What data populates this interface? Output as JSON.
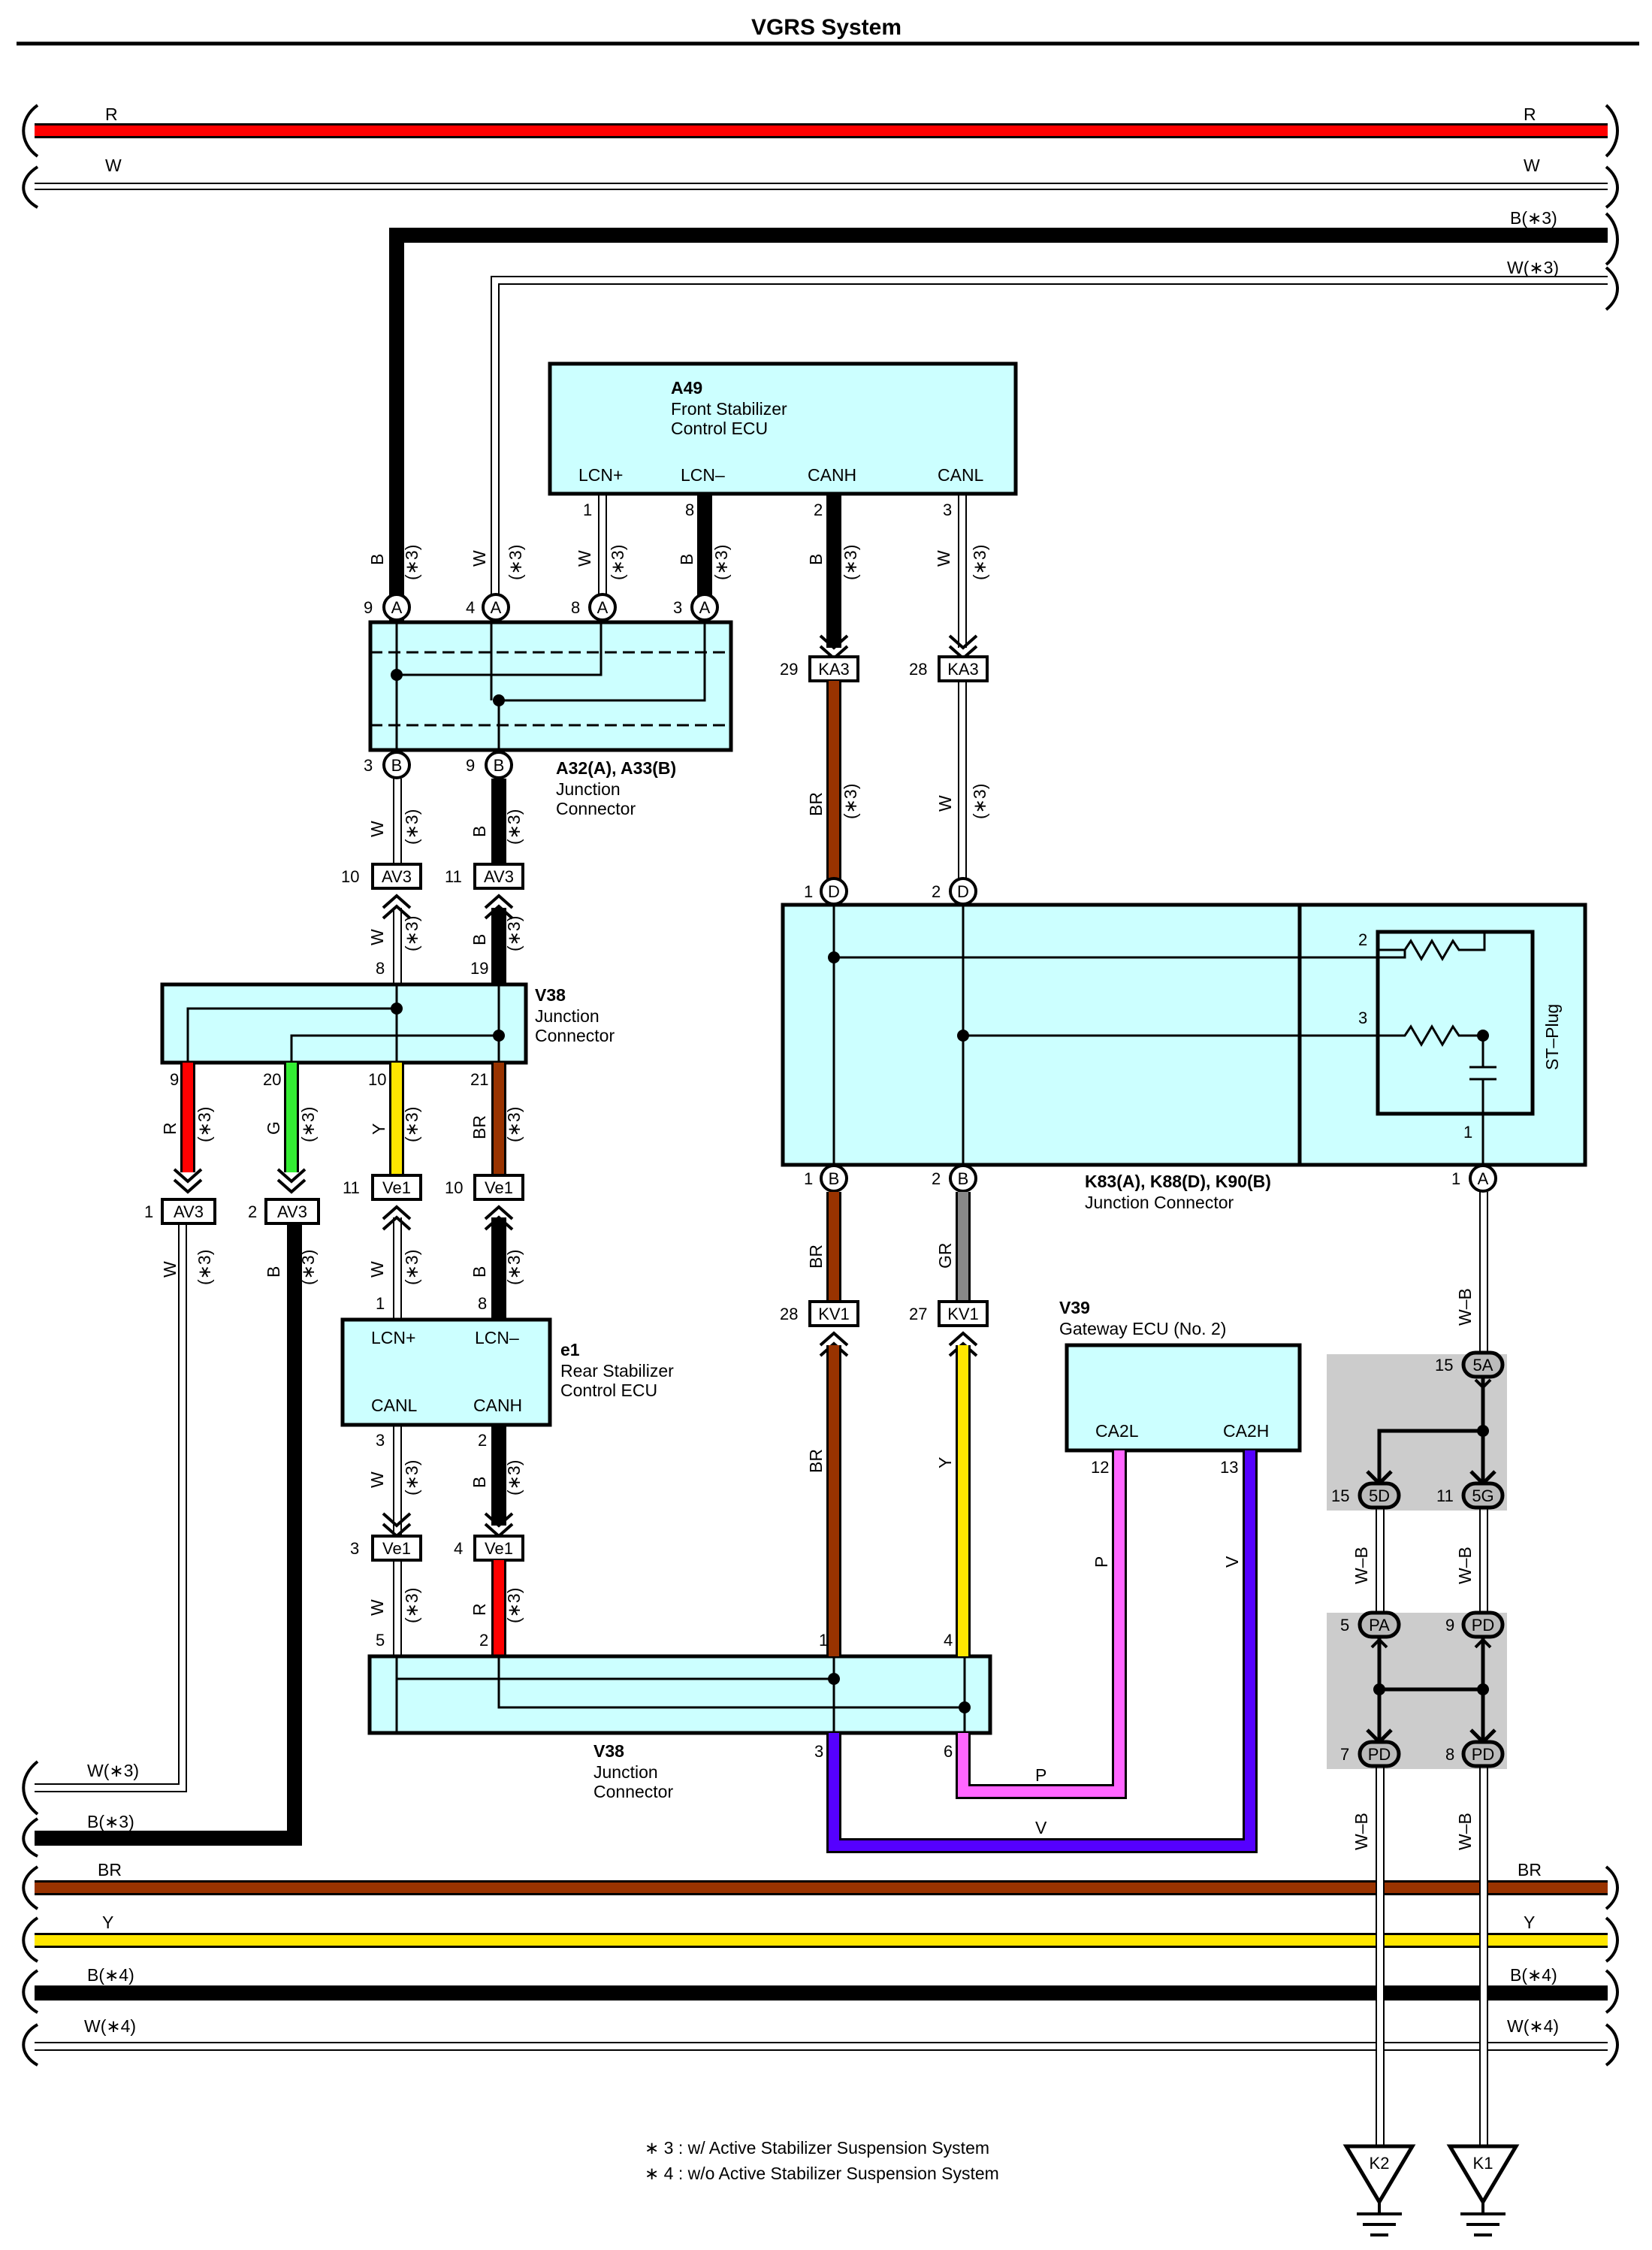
{
  "title": "VGRS System",
  "colors": {
    "R": "#ff0000",
    "W": "#ffffff",
    "B": "#000000",
    "BR": "#993300",
    "Y": "#ffe600",
    "G": "#33ee33",
    "GR": "#888888",
    "P": "#ff66ff",
    "V": "#5500ff",
    "W-B": "#ffffff"
  },
  "components": {
    "a49": {
      "code": "A49",
      "name": [
        "Front Stabilizer",
        "Control ECU"
      ],
      "pins": [
        "LCN+",
        "LCN–",
        "CANH",
        "CANL"
      ],
      "pin_nums": [
        "1",
        "8",
        "2",
        "3"
      ]
    },
    "a32": {
      "code": "A32(A), A33(B)",
      "name": [
        "Junction",
        "Connector"
      ]
    },
    "v38_top": {
      "code": "V38",
      "name": [
        "Junction",
        "Connector"
      ]
    },
    "v38_bottom": {
      "code": "V38",
      "name": [
        "Junction",
        "Connector"
      ]
    },
    "e1": {
      "code": "e1",
      "name": [
        "Rear Stabilizer",
        "Control ECU"
      ],
      "pins": [
        "LCN+",
        "LCN–",
        "CANL",
        "CANH"
      ]
    },
    "k83": {
      "code": "K83(A), K88(D), K90(B)",
      "name": [
        "Junction Connector"
      ],
      "st_plug": "ST–Plug"
    },
    "v39": {
      "code": "V39",
      "name": [
        "Gateway ECU (No. 2)"
      ],
      "pins": [
        "CA2L",
        "CA2H"
      ]
    },
    "grounds": [
      "K2",
      "K1"
    ]
  },
  "connectors": {
    "ka3": "KA3",
    "av3": "AV3",
    "ve1": "Ve1",
    "kv1": "KV1",
    "a": "A",
    "b": "B",
    "d": "D",
    "c5a": "5A",
    "c5d": "5D",
    "c5g": "5G",
    "cpa": "PA",
    "cpd": "PD"
  },
  "wires": {
    "r": "R",
    "w": "W",
    "b": "B",
    "br": "BR",
    "y": "Y",
    "g": "G",
    "gr": "GR",
    "p": "P",
    "v": "V",
    "wb": "W–B",
    "b3": "B(∗3)",
    "w3": "W(∗3)",
    "b4": "B(∗4)",
    "w4": "W(∗4)",
    "n3": "(∗3)"
  },
  "pins": [
    "1",
    "2",
    "3",
    "4",
    "5",
    "6",
    "7",
    "8",
    "9",
    "10",
    "11",
    "12",
    "13",
    "15",
    "19",
    "20",
    "21",
    "27",
    "28",
    "29"
  ],
  "notes": [
    "∗ 3 : w/ Active Stabilizer Suspension System",
    "∗ 4 : w/o Active Stabilizer Suspension System"
  ]
}
